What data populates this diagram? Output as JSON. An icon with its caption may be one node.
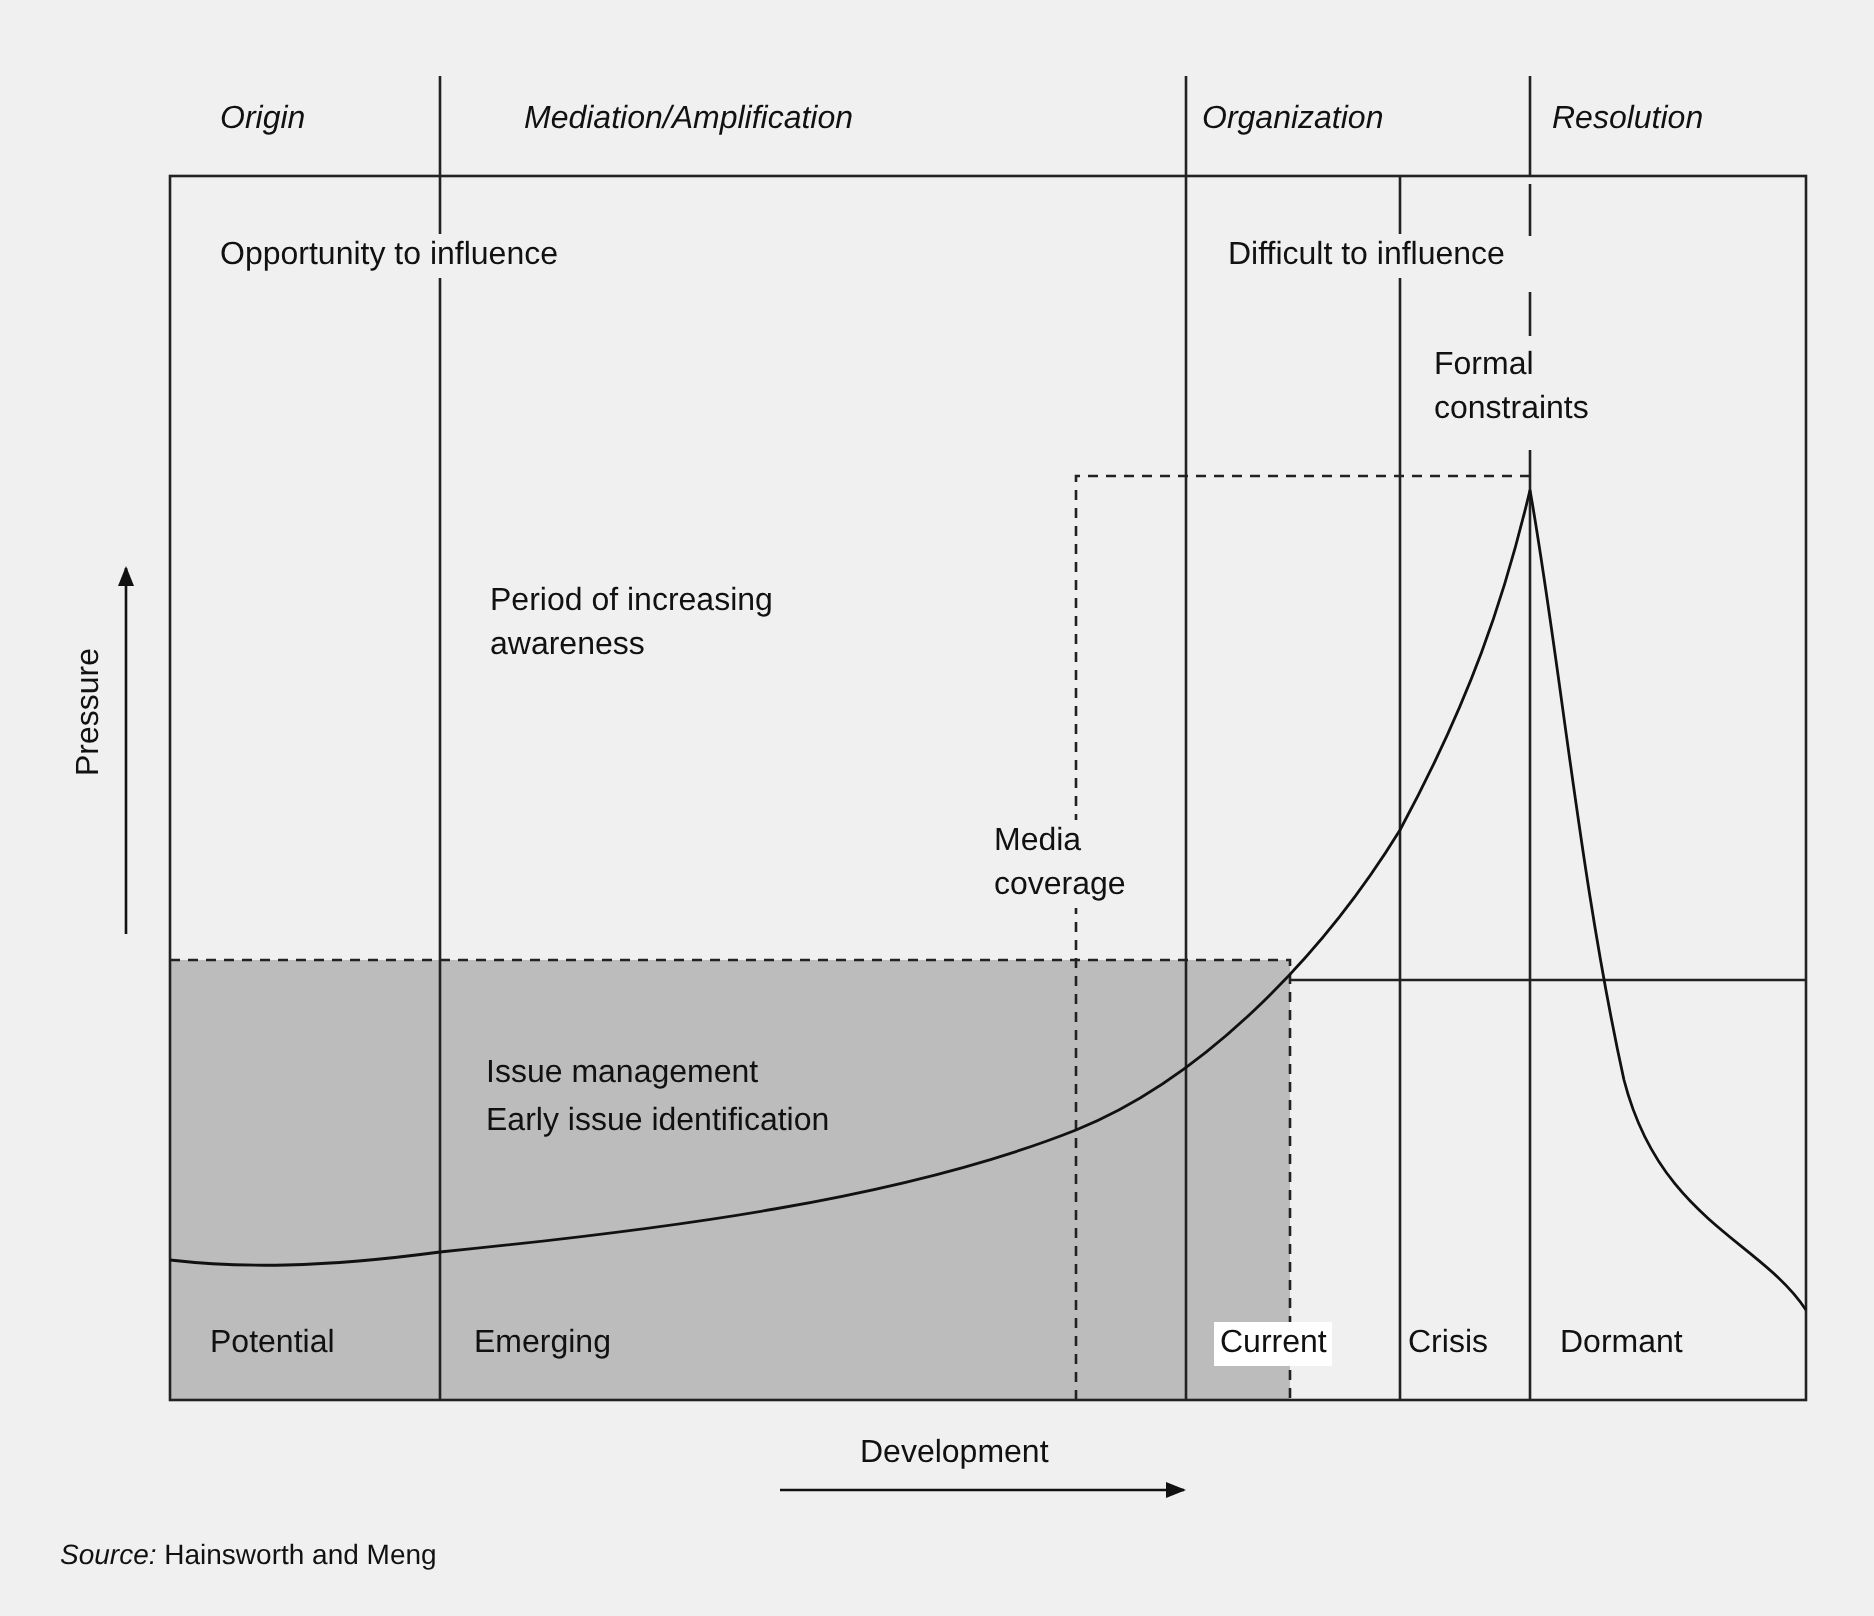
{
  "diagram": {
    "labels": [
      "Origin",
      "Mediation/Amplification",
      "Organization",
      "Resolution",
      "Opportunity to influence",
      "Difficult to influence",
      "Formal constraints",
      "Period of increasing awareness",
      "Media coverage",
      "Pressure",
      "Issue management",
      "Early issue identification",
      "Potential",
      "Emerging",
      "Current",
      "Crisis",
      "Dormant",
      "Development",
      "*Source:* Hainsworth and Meng"
    ]
  }
}
